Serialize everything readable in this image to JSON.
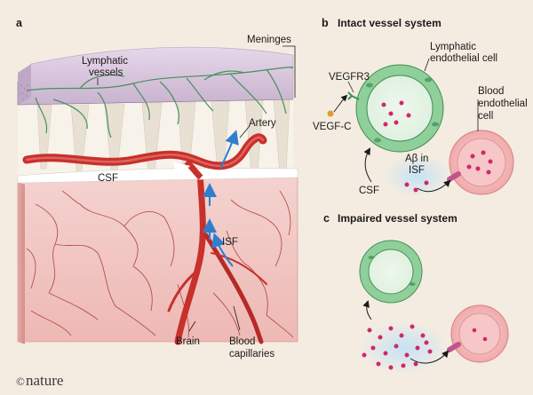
{
  "panel_a": {
    "letter": "a",
    "labels": {
      "meninges": "Meninges",
      "lymphatic_vessels_1": "Lymphatic",
      "lymphatic_vessels_2": "vessels",
      "artery": "Artery",
      "csf": "CSF",
      "isf": "ISF",
      "brain": "Brain",
      "blood_capillaries_1": "Blood",
      "blood_capillaries_2": "capillaries"
    }
  },
  "panel_b": {
    "letter": "b",
    "title": "Intact vessel system",
    "labels": {
      "lymphatic_cell_1": "Lymphatic",
      "lymphatic_cell_2": "endothelial cell",
      "vegfr3": "VEGFR3",
      "vegfc": "VEGF-C",
      "blood_cell_1": "Blood",
      "blood_cell_2": "endothelial",
      "blood_cell_3": "cell",
      "abeta_1": "Aβ in",
      "abeta_2": "ISF",
      "csf": "CSF"
    }
  },
  "panel_c": {
    "letter": "c",
    "title": "Impaired vessel system"
  },
  "credit": {
    "symbol": "©",
    "name": "nature"
  },
  "colors": {
    "background": "#f4ece1",
    "meninges": "#d9c8de",
    "brain_tissue": "#f0c2bf",
    "artery": "#c8302c",
    "lymphatic_green": "#8fcf9a",
    "lymphatic_dark": "#3f8d55",
    "blood_cell_pink": "#f3b7b8",
    "abeta_dot": "#d1276a",
    "flow_blue": "#3b8fd8",
    "vegfc_orange": "#e39a2e"
  }
}
